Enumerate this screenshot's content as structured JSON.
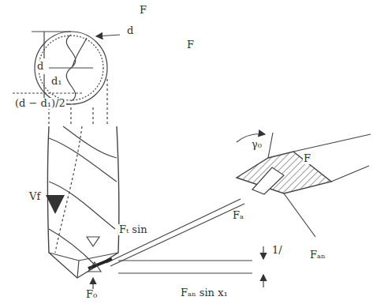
{
  "diagram": {
    "labels": [
      "F",
      "d",
      "F",
      "d",
      "d₁",
      "(d − d₁)/2",
      "Vf",
      "γ₀",
      "F",
      "Fₐ",
      "Fₜ sin",
      "Fₐₙ",
      "1/",
      "F₀",
      "Fₐₙ sin x₁"
    ]
  }
}
